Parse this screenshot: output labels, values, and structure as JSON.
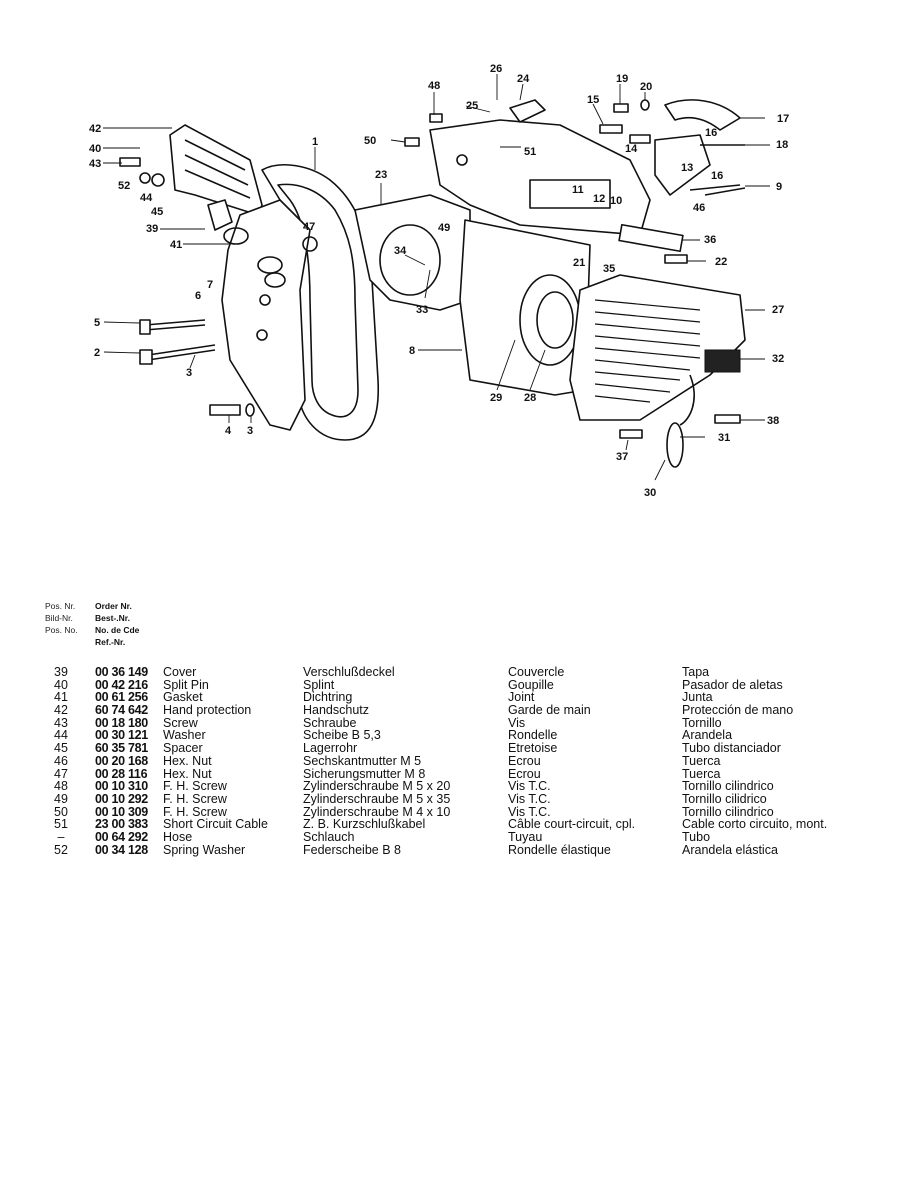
{
  "diagram": {
    "callouts": [
      "1",
      "2",
      "3",
      "3",
      "4",
      "5",
      "6",
      "7",
      "8",
      "9",
      "10",
      "11",
      "12",
      "13",
      "14",
      "15",
      "16",
      "16",
      "17",
      "18",
      "19",
      "20",
      "21",
      "22",
      "23",
      "24",
      "25",
      "26",
      "27",
      "28",
      "29",
      "30",
      "31",
      "32",
      "33",
      "34",
      "35",
      "36",
      "37",
      "38",
      "39",
      "40",
      "41",
      "42",
      "43",
      "44",
      "45",
      "46",
      "47",
      "48",
      "49",
      "50",
      "51",
      "52"
    ]
  },
  "header": {
    "labels_left": [
      "Pos. Nr.",
      "Bild-Nr.",
      "Pos. No.",
      ""
    ],
    "labels_right": [
      "Order Nr.",
      "Best-.Nr.",
      "No. de Cde",
      "Ref.-Nr."
    ]
  },
  "parts": [
    {
      "pos": "39",
      "order": "00 36 149",
      "en": "Cover",
      "de": "Verschlußdeckel",
      "fr": "Couvercle",
      "es": "Tapa"
    },
    {
      "pos": "40",
      "order": "00 42 216",
      "en": "Split Pin",
      "de": "Splint",
      "fr": "Goupille",
      "es": "Pasador de aletas"
    },
    {
      "pos": "41",
      "order": "00 61 256",
      "en": "Gasket",
      "de": "Dichtring",
      "fr": "Joint",
      "es": "Junta"
    },
    {
      "pos": "42",
      "order": "60 74 642",
      "en": "Hand protection",
      "de": "Handschutz",
      "fr": "Garde de main",
      "es": "Protección de mano"
    },
    {
      "pos": "43",
      "order": "00 18 180",
      "en": "Screw",
      "de": "Schraube",
      "fr": "Vis",
      "es": "Tornillo"
    },
    {
      "pos": "44",
      "order": "00 30 121",
      "en": "Washer",
      "de": "Scheibe B 5,3",
      "fr": "Rondelle",
      "es": "Arandela"
    },
    {
      "pos": "45",
      "order": "60 35 781",
      "en": "Spacer",
      "de": "Lagerrohr",
      "fr": "Etretoise",
      "es": "Tubo distanciador"
    },
    {
      "pos": "46",
      "order": "00 20 168",
      "en": "Hex. Nut",
      "de": "Sechskantmutter M 5",
      "fr": "Ecrou",
      "es": "Tuerca"
    },
    {
      "pos": "47",
      "order": "00 28 116",
      "en": "Hex. Nut",
      "de": "Sicherungsmutter M 8",
      "fr": "Ecrou",
      "es": "Tuerca"
    },
    {
      "pos": "48",
      "order": "00 10 310",
      "en": "F. H. Screw",
      "de": "Zylinderschraube M 5 x 20",
      "fr": "Vis T.C.",
      "es": "Tornillo cilindrico"
    },
    {
      "pos": "49",
      "order": "00 10 292",
      "en": "F. H. Screw",
      "de": "Zylinderschraube M 5 x 35",
      "fr": "Vis T.C.",
      "es": "Tornillo cilidrico"
    },
    {
      "pos": "50",
      "order": "00 10 309",
      "en": "F. H. Screw",
      "de": "Zylinderschraube M 4 x 10",
      "fr": "Vis T.C.",
      "es": "Tornillo cilindrico"
    },
    {
      "pos": "51",
      "order": "23 00 383",
      "en": "Short Circuit Cable",
      "de": "Z. B. Kurzschlußkabel",
      "fr": "Câble court-circuit, cpl.",
      "es": "Cable corto circuito, mont."
    },
    {
      "pos": "–",
      "order": "00 64 292",
      "en": "Hose",
      "de": "Schlauch",
      "fr": "Tuyau",
      "es": "Tubo"
    },
    {
      "pos": "52",
      "order": "00 34 128",
      "en": "Spring Washer",
      "de": "Federscheibe B 8",
      "fr": "Rondelle élastique",
      "es": "Arandela elástica"
    }
  ]
}
